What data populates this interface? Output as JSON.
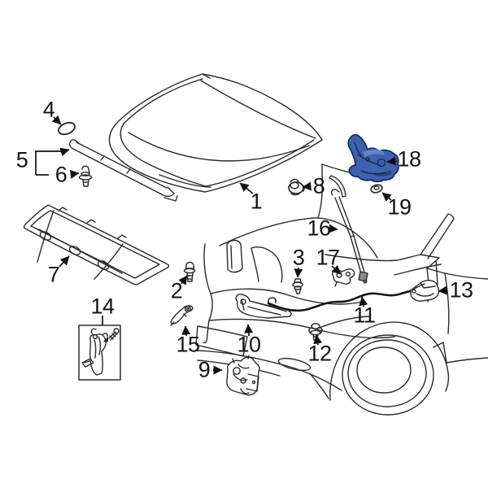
{
  "diagram": {
    "highlighted_part": "18",
    "highlight_fill": "#3E62AD",
    "highlight_stroke": "#1B2B58",
    "line_color": "#2a2a2a",
    "background": "#ffffff",
    "labels": {
      "1": "1",
      "2": "2",
      "3": "3",
      "4": "4",
      "5": "5",
      "6": "6",
      "7": "7",
      "8": "8",
      "9": "9",
      "10": "10",
      "11": "11",
      "12": "12",
      "13": "13",
      "14": "14",
      "15": "15",
      "16": "16",
      "17": "17",
      "18": "18",
      "19": "19"
    }
  }
}
